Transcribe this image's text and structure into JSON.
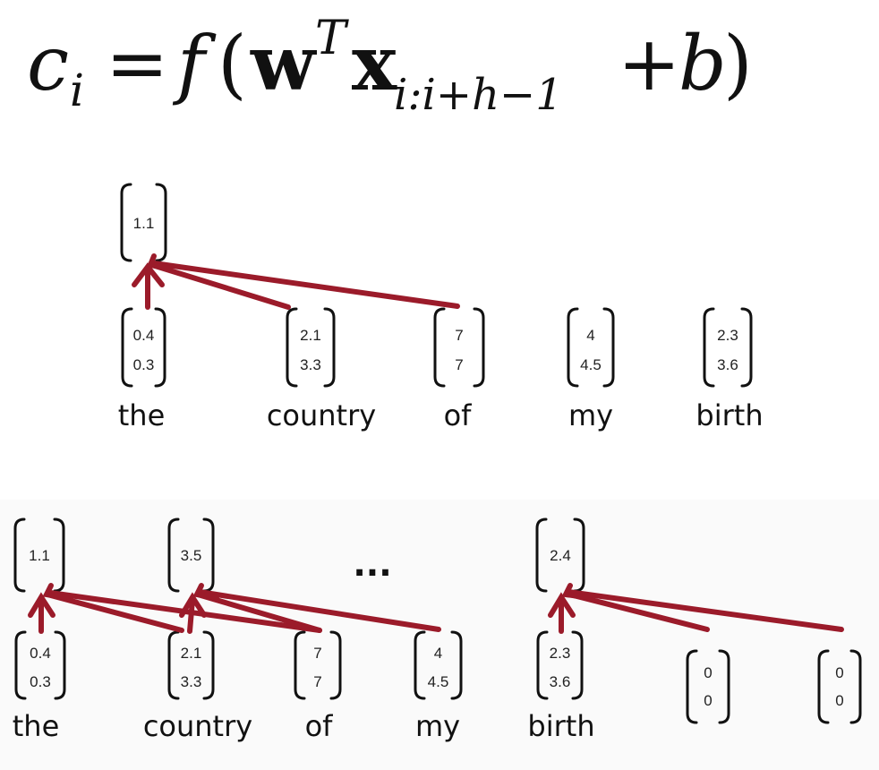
{
  "formula": {
    "c": "c",
    "i": "i",
    "eq": "=",
    "f": "f",
    "lparen": "(",
    "w": "w",
    "T": "T",
    "x": "x",
    "x_sub": "i:i+h−1",
    "plus": "+",
    "b": "b",
    "rparen": ")"
  },
  "accent_color": "#9b1b2a",
  "top_panel": {
    "output": {
      "values": [
        "1.1"
      ]
    },
    "words": [
      {
        "label": "the",
        "vector": [
          "0.4",
          "0.3"
        ]
      },
      {
        "label": "country",
        "vector": [
          "2.1",
          "3.3"
        ]
      },
      {
        "label": "of",
        "vector": [
          "7",
          "7"
        ]
      },
      {
        "label": "my",
        "vector": [
          "4",
          "4.5"
        ]
      },
      {
        "label": "birth",
        "vector": [
          "2.3",
          "3.6"
        ]
      }
    ]
  },
  "bottom_panel": {
    "outputs": [
      {
        "values": [
          "1.1"
        ]
      },
      {
        "values": [
          "3.5"
        ]
      },
      {
        "values": [
          "2.4"
        ]
      }
    ],
    "ellipsis": "...",
    "words": [
      {
        "label": "the",
        "vector": [
          "0.4",
          "0.3"
        ]
      },
      {
        "label": "country",
        "vector": [
          "2.1",
          "3.3"
        ]
      },
      {
        "label": "of",
        "vector": [
          "7",
          "7"
        ]
      },
      {
        "label": "my",
        "vector": [
          "4",
          "4.5"
        ]
      },
      {
        "label": "birth",
        "vector": [
          "2.3",
          "3.6"
        ]
      },
      {
        "label": "",
        "vector": [
          "0",
          "0"
        ]
      },
      {
        "label": "",
        "vector": [
          "0",
          "0"
        ]
      }
    ]
  }
}
